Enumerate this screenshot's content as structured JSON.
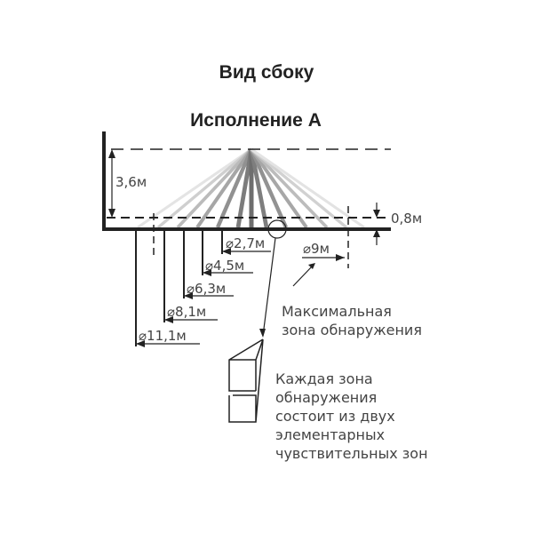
{
  "title": "Вид сбоку",
  "subtitle": "Исполнение А",
  "height_label": "3,6м",
  "offset_label": "0,8м",
  "diameters": [
    "⌀2,7м",
    "⌀4,5м",
    "⌀6,3м",
    "⌀8,1м",
    "⌀11,1м"
  ],
  "max_diameter": "⌀9м",
  "note_max": [
    "Максимальная",
    "зона обнаружения"
  ],
  "note_each": [
    "Каждая зона",
    "обнаружения",
    "состоит из двух",
    "элементарных",
    "чувствительных зон"
  ]
}
